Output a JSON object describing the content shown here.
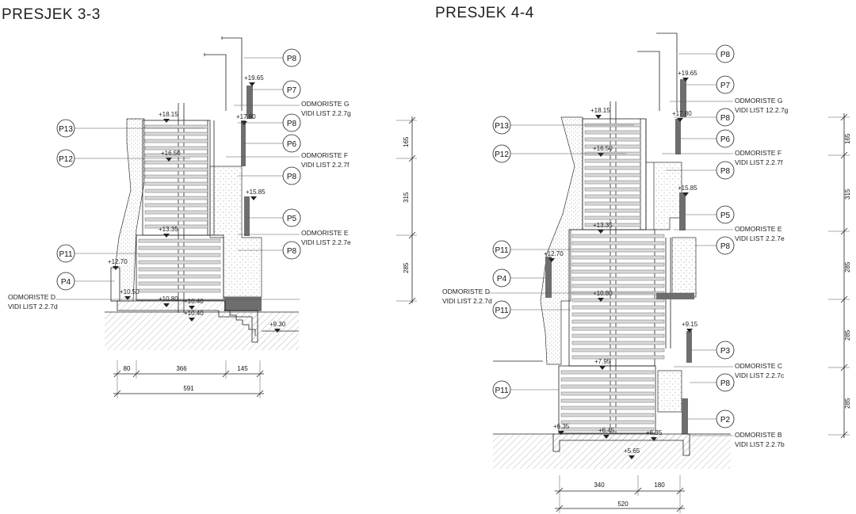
{
  "colors": {
    "ink": "#222222",
    "hatch": "#b8b8b8",
    "wall": "#6e6e6e",
    "paper": "#ffffff"
  },
  "sections": [
    {
      "title": "PRESJEK 3-3",
      "tags": [
        {
          "label": "P8"
        },
        {
          "label": "P7"
        },
        {
          "label": "P13"
        },
        {
          "label": "P8"
        },
        {
          "label": "P12"
        },
        {
          "label": "P6"
        },
        {
          "label": "P8"
        },
        {
          "label": "P5"
        },
        {
          "label": "P11"
        },
        {
          "label": "P8"
        },
        {
          "label": "P4"
        }
      ],
      "notes": [
        {
          "l1": "ODMORISTE G",
          "l2": "VIDI LIST 2.2.7g"
        },
        {
          "l1": "ODMORISTE F",
          "l2": "VIDI LIST 2.2.7f"
        },
        {
          "l1": "ODMORISTE E",
          "l2": "VIDI LIST 2.2.7e"
        },
        {
          "l1": "ODMORISTE D",
          "l2": "VIDI LIST 2.2.7d"
        }
      ],
      "levels": [
        "+19.65",
        "+18.15",
        "+17.80",
        "+16.50",
        "+15.85",
        "+13.35",
        "+12.70",
        "+10.80",
        "+10.50",
        "+10.40",
        "+10.40",
        "+9.30"
      ],
      "side_dims": [
        "165",
        "315",
        "285"
      ],
      "bottom_dims": [
        "80",
        "366",
        "145",
        "591"
      ]
    },
    {
      "title": "PRESJEK 4-4",
      "tags": [
        {
          "label": "P8"
        },
        {
          "label": "P7"
        },
        {
          "label": "P13"
        },
        {
          "label": "P8"
        },
        {
          "label": "P6"
        },
        {
          "label": "P12"
        },
        {
          "label": "P8"
        },
        {
          "label": "P5"
        },
        {
          "label": "P11"
        },
        {
          "label": "P8"
        },
        {
          "label": "P4"
        },
        {
          "label": "P11"
        },
        {
          "label": "P3"
        },
        {
          "label": "P8"
        },
        {
          "label": "P11"
        },
        {
          "label": "P2"
        }
      ],
      "notes": [
        {
          "l1": "ODMORISTE G",
          "l2": "VIDI LIST 12.2.7g"
        },
        {
          "l1": "ODMORISTE F",
          "l2": "VIDI LIST 2.2.7f"
        },
        {
          "l1": "ODMORISTE E",
          "l2": "VIDI LIST 2.2.7e"
        },
        {
          "l1": "ODMORISTE D",
          "l2": "VIDI LIST 2.2.7d"
        },
        {
          "l1": "ODMORISTE C",
          "l2": "VIDI LIST 2.2.7c"
        },
        {
          "l1": "ODMORISTE B",
          "l2": "VIDI LIST 2.2.7b"
        }
      ],
      "levels": [
        "+19.65",
        "+18.15",
        "+17.80",
        "+16.50",
        "+15.85",
        "+13.35",
        "+12.70",
        "+10.80",
        "+9.15",
        "+7.95",
        "+6.45",
        "+6.35",
        "+6.35",
        "+5.65"
      ],
      "side_dims": [
        "165",
        "315",
        "285",
        "285",
        "285"
      ],
      "bottom_dims": [
        "340",
        "180",
        "520"
      ]
    }
  ]
}
